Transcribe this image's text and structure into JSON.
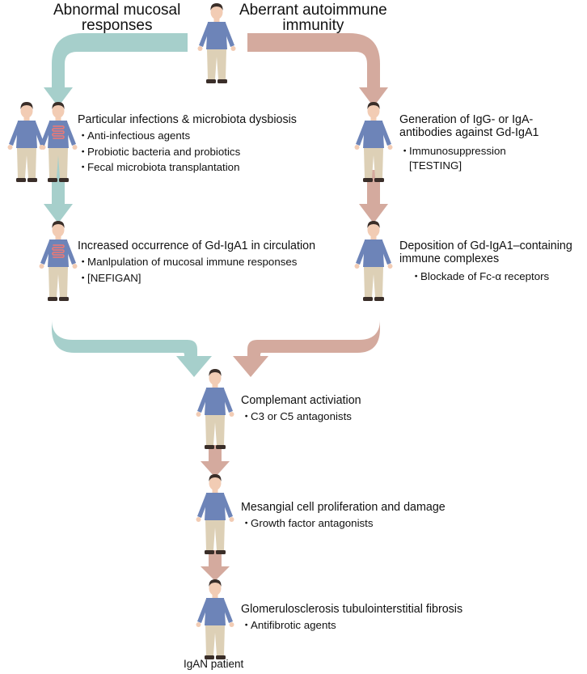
{
  "headers": {
    "left": [
      "Abnormal mucosal",
      "responses"
    ],
    "right": [
      "Aberrant autoimmune",
      "immunity"
    ]
  },
  "left_path": [
    {
      "title": "Particular infections & microbiota dysbiosis",
      "items": [
        "Anti-infectious agents",
        "Probiotic bacteria and probiotics",
        "Fecal microbiota transplantation"
      ]
    },
    {
      "title": "Increased occurrence of Gd-IgA1 in circulation",
      "items": [
        "Manlpulation of mucosal immune responses",
        "[NEFIGAN]"
      ]
    }
  ],
  "right_path": [
    {
      "title_lines": [
        "Generation of IgG- or IgA-",
        "antibodies against Gd-IgA1"
      ],
      "items": [
        "Immunosuppression"
      ],
      "note": "[TESTING]"
    },
    {
      "title_lines": [
        "Deposition of Gd-IgA1–containing",
        "immune complexes"
      ],
      "items": [
        "Blockade of Fc-α receptors"
      ]
    }
  ],
  "central_path": [
    {
      "title": "Complemant activiation",
      "items": [
        "C3 or C5 antagonists"
      ]
    },
    {
      "title": "Mesangial cell proliferation and damage",
      "items": [
        "Growth factor antagonists"
      ]
    },
    {
      "title": "Glomerulosclerosis tubulointerstitial fibrosis",
      "items": [
        "Antifibrotic agents"
      ]
    }
  ],
  "footer_label": "IgAN patient",
  "bullet": "・",
  "colors": {
    "teal_arrow": "#a6cfcb",
    "rose_arrow": "#d4aa9e",
    "shirt_blue": "#6d84b8",
    "shirt_green": "#7ab494",
    "pants_tan": "#ddd0b6",
    "pants_lavender": "#b6b6d4",
    "skin": "#f2ccb4",
    "hair": "#3a2e29",
    "gut": "#e17a7a"
  }
}
